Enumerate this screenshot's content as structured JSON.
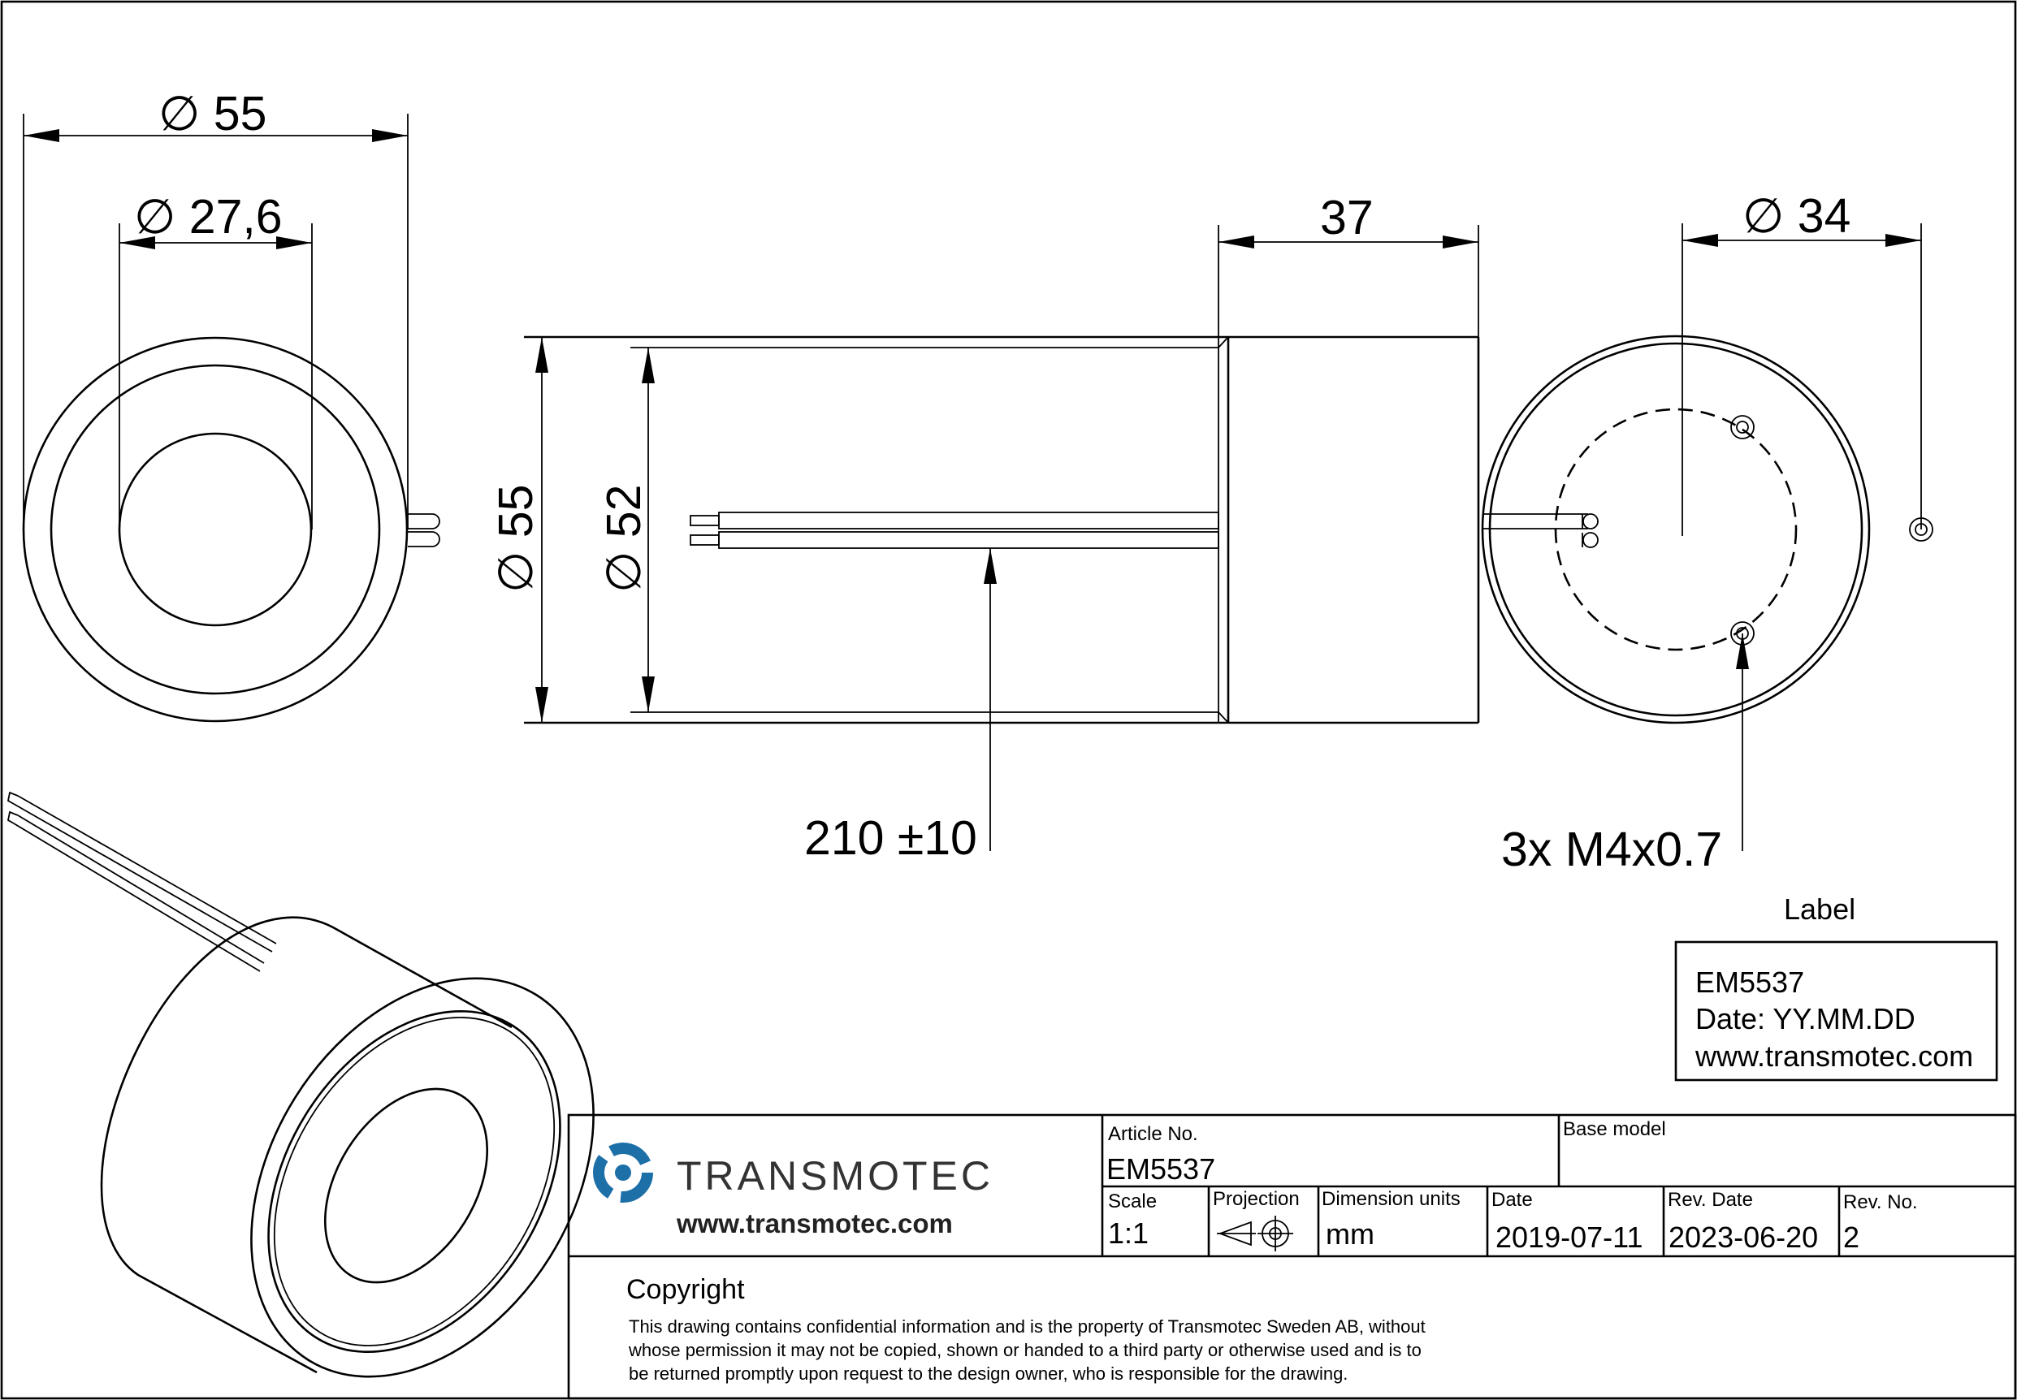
{
  "dimensions": {
    "outer_diameter_front": "∅ 55",
    "inner_diameter": "∅ 27,6",
    "length": "37",
    "diameter_side_outer": "∅ 55",
    "diameter_side_inner": "∅ 52",
    "lead_length": "210 ±10",
    "bolt_circle": "∅ 34",
    "thread": "3x M4x0.7"
  },
  "label_box": {
    "heading": "Label",
    "line1": "EM5537",
    "line2": "Date: YY.MM.DD",
    "line3": "www.transmotec.com"
  },
  "title_block": {
    "brand": "TRANSMOTEC",
    "url": "www.transmotec.com",
    "article_no_label": "Article No.",
    "article_no": "EM5537",
    "base_model_label": "Base model",
    "scale_label": "Scale",
    "scale": "1:1",
    "projection_label": "Projection",
    "dimension_units_label": "Dimension units",
    "dimension_units": "mm",
    "date_label": "Date",
    "date": "2019-07-11",
    "rev_date_label": "Rev. Date",
    "rev_date": "2023-06-20",
    "rev_no_label": "Rev. No.",
    "rev_no": "2",
    "copyright_heading": "Copyright",
    "copyright_line1": "This drawing contains confidential information and is the property of Transmotec Sweden AB, without",
    "copyright_line2": "whose permission it may not be copied, shown or handed to a third party or otherwise used and is to",
    "copyright_line3": "be returned promptly upon request to the design owner, who is responsible for the drawing."
  },
  "colors": {
    "logo_blue": "#1d6fa8",
    "line": "#000000"
  },
  "icons": {
    "logo": "transmotec-logo-icon",
    "projection": "first-angle-projection-icon"
  }
}
